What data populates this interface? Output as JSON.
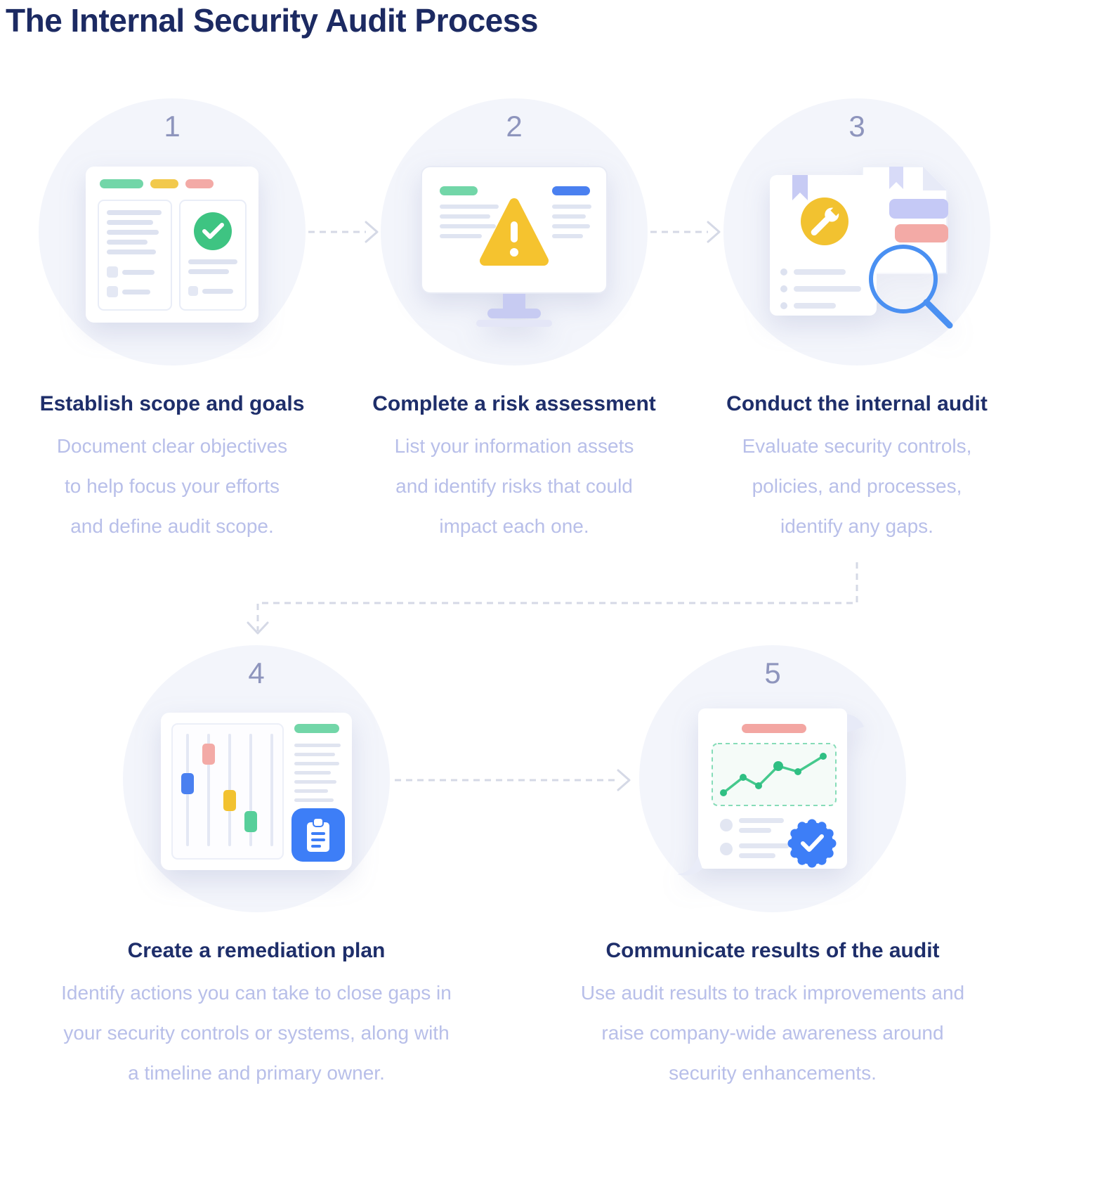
{
  "title": "The Internal Security Audit Process",
  "steps": [
    {
      "number": "1",
      "title": "Establish scope and goals",
      "description": "Document clear objectives\nto help focus your efforts\nand define audit scope.",
      "illustration": "document-checklist-illustration"
    },
    {
      "number": "2",
      "title": "Complete a risk assessment",
      "description": "List your information assets\nand identify risks that could\nimpact each one.",
      "illustration": "monitor-warning-illustration"
    },
    {
      "number": "3",
      "title": "Conduct the internal audit",
      "description": "Evaluate security controls,\npolicies, and processes,\nidentify any gaps.",
      "illustration": "audit-documents-magnifier-illustration"
    },
    {
      "number": "4",
      "title": "Create a remediation plan",
      "description": "Identify actions you can take to close gaps in\nyour security controls or systems, along with\na timeline and primary owner.",
      "illustration": "sliders-clipboard-illustration"
    },
    {
      "number": "5",
      "title": "Communicate results of the audit",
      "description": "Use audit results to track improvements and\nraise company-wide awareness around\nsecurity enhancements.",
      "illustration": "report-chart-seal-illustration"
    }
  ],
  "colors": {
    "title_navy": "#1c2a62",
    "step_title_navy": "#1e2e6a",
    "description_periwinkle": "#b8bfe9",
    "number_gray": "#8e95bd",
    "circle_background": "#f3f5fb",
    "arrow_gray": "#d5d9e6",
    "green": "#3ec482",
    "mint": "#72d6a8",
    "yellow": "#f2c230",
    "pink": "#f3aaa6",
    "blue": "#3d7ef7",
    "periwinkle": "#c7cbf4"
  }
}
